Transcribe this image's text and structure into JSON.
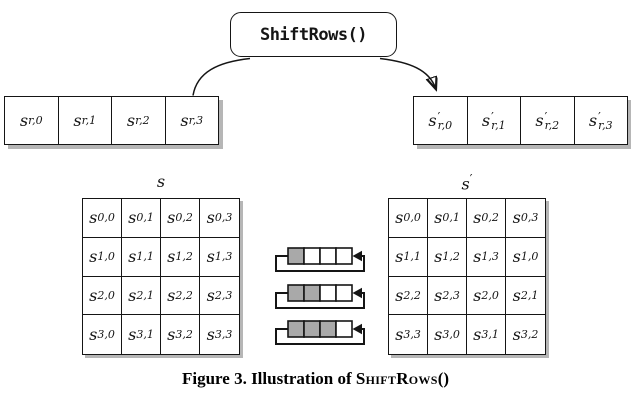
{
  "colors": {
    "ink": "#151515",
    "shaded_cell": "#a9a9a9",
    "shadow": "#b6b6b6",
    "paper": "#ffffff"
  },
  "function_box": {
    "label": "ShiftRows()"
  },
  "input_row": {
    "var": "s",
    "subscripts": [
      "r,0",
      "r,1",
      "r,2",
      "r,3"
    ]
  },
  "output_row": {
    "var": "s",
    "prime": "′",
    "subscripts": [
      "r,0",
      "r,1",
      "r,2",
      "r,3"
    ]
  },
  "state_matrix": {
    "title": "s",
    "var": "s",
    "rows": [
      [
        "0,0",
        "0,1",
        "0,2",
        "0,3"
      ],
      [
        "1,0",
        "1,1",
        "1,2",
        "1,3"
      ],
      [
        "2,0",
        "2,1",
        "2,2",
        "2,3"
      ],
      [
        "3,0",
        "3,1",
        "3,2",
        "3,3"
      ]
    ]
  },
  "state_matrix_prime": {
    "title": "s",
    "title_prime": "′",
    "var": "s",
    "rows": [
      [
        "0,0",
        "0,1",
        "0,2",
        "0,3"
      ],
      [
        "1,1",
        "1,2",
        "1,3",
        "1,0"
      ],
      [
        "2,2",
        "2,3",
        "2,0",
        "2,1"
      ],
      [
        "3,3",
        "3,0",
        "3,1",
        "3,2"
      ]
    ]
  },
  "shift_registers": [
    {
      "shaded_count": 1,
      "cell_count": 4
    },
    {
      "shaded_count": 2,
      "cell_count": 4
    },
    {
      "shaded_count": 3,
      "cell_count": 4
    }
  ],
  "caption": {
    "prefix": "Figure 3. Illustration of ",
    "function_name": "ShiftRows",
    "suffix": "()"
  }
}
